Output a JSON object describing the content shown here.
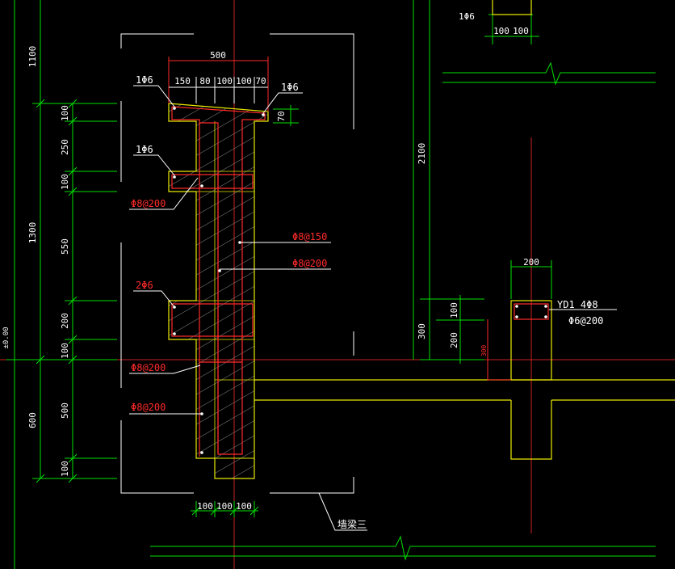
{
  "colors": {
    "background": "#000000",
    "dimension_line": "#00e000",
    "wall_outline": "#e8e800",
    "rebar": "#ff2a2a",
    "hatch": "#909090",
    "axis": "#cc2222",
    "text": "#ffffff"
  },
  "left_dims": {
    "outer_top": "1100",
    "outer_mid": "1300",
    "outer_bot": "600",
    "outer_far": "±0.00"
  },
  "inner_dims": [
    "100",
    "250",
    "100",
    "550",
    "200",
    "100",
    "500",
    "100"
  ],
  "top_dims": {
    "total": "500",
    "segments": [
      "150",
      "80",
      "100",
      "100",
      "70"
    ],
    "right_70": "70"
  },
  "bottom_dims": [
    "100",
    "100",
    "100"
  ],
  "rebar_labels": {
    "top_left": "1Φ6",
    "top_right": "1Φ6",
    "mid_left": "1Φ6",
    "stirrup_1": "Φ8@200",
    "vertical_150": "Φ8@150",
    "vertical_200": "Φ8@200",
    "two_phi6": "2Φ6",
    "stirrup_2": "Φ8@200",
    "stirrup_3": "Φ8@200"
  },
  "section_label": "墙梁三",
  "right_detail": {
    "top_label": "1Φ6",
    "top_dims": [
      "100",
      "100"
    ],
    "dim_2100": "2100",
    "dim_300": "300",
    "dim_100": "100",
    "dim_200": "200",
    "dim_300_red": "300",
    "width_200": "200",
    "yd_label": "YD1  4Φ8",
    "yd_stirrup": "Φ6@200"
  }
}
